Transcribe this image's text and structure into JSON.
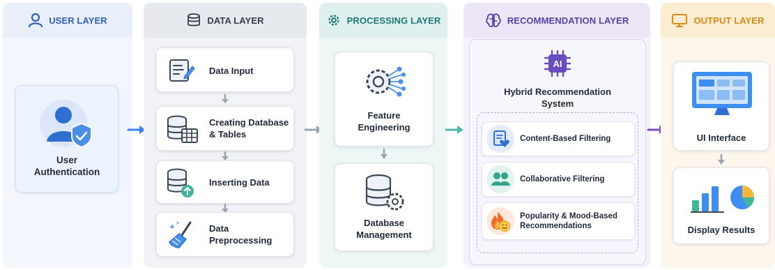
{
  "columns": {
    "user": {
      "header": "USER LAYER",
      "card_label_1": "User",
      "card_label_2": "Authentication"
    },
    "data": {
      "header": "DATA LAYER",
      "steps": [
        {
          "label": "Data Input"
        },
        {
          "label_1": "Creating Database",
          "label_2": "& Tables"
        },
        {
          "label": "Inserting Data"
        },
        {
          "label_1": "Data",
          "label_2": "Preprocessing"
        }
      ]
    },
    "processing": {
      "header": "PROCESSING LAYER",
      "steps": [
        {
          "label_1": "Feature",
          "label_2": "Engineering"
        },
        {
          "label_1": "Database",
          "label_2": "Management"
        }
      ]
    },
    "recommendation": {
      "header": "RECOMMENDATION LAYER",
      "ai_badge": "AI",
      "system_label_1": "Hybrid Recommendation",
      "system_label_2": "System",
      "filters": [
        {
          "label_1": "Content-Based Filtering"
        },
        {
          "label_1": "Collaborative Filtering"
        },
        {
          "label_1": "Popularity & Mood-Based",
          "label_2": "Recommendations"
        }
      ]
    },
    "output": {
      "header": "OUTPUT LAYER",
      "steps": [
        {
          "label": "UI Interface"
        },
        {
          "label": "Display Results"
        }
      ]
    }
  },
  "colors": {
    "user_accent": "#2d5fb8",
    "data_accent": "#333c48",
    "processing_accent": "#1d7a74",
    "recommendation_accent": "#5b3fa8",
    "output_accent": "#d98a10",
    "arrow_blue": "#3b82f6",
    "arrow_gray": "#9aa3ae",
    "arrow_teal": "#4fb8a8",
    "arrow_purple": "#7c4dcc"
  },
  "icons": [
    "user-icon",
    "database-icon",
    "gear-icon",
    "brain-icon",
    "monitor-icon",
    "shield-check-icon",
    "document-edit-icon",
    "table-icon",
    "upload-icon",
    "broom-icon",
    "ai-chip-icon",
    "heart-doc-icon",
    "people-icon",
    "fire-smile-icon",
    "chart-icon",
    "pie-chart-icon"
  ]
}
